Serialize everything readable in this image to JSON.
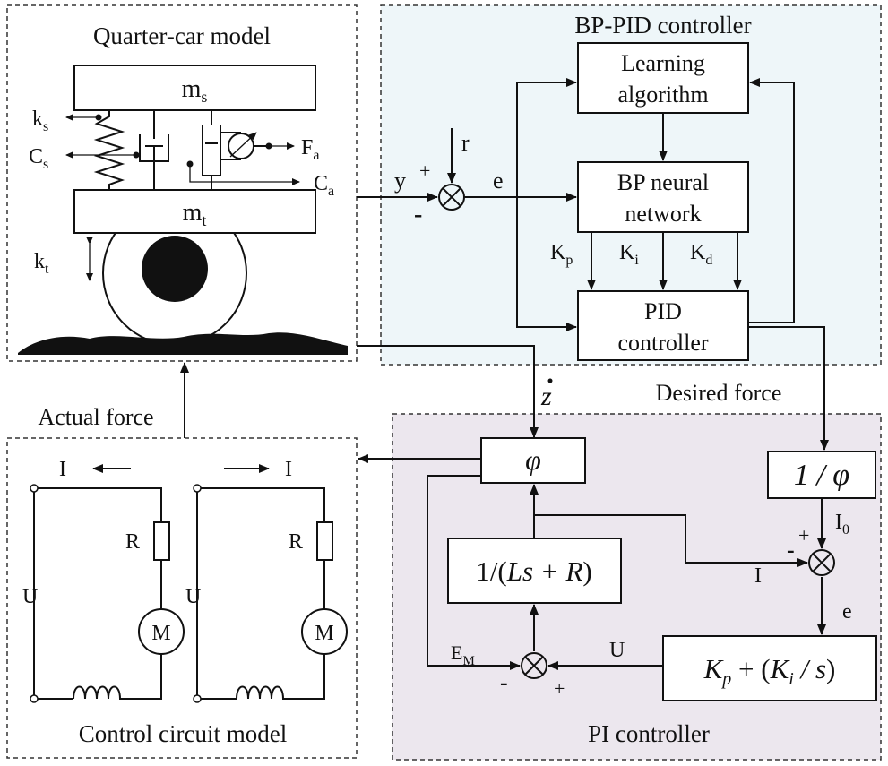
{
  "panels": {
    "quarter_car": {
      "title": "Quarter-car model"
    },
    "bp_pid": {
      "title": "BP-PID controller",
      "fill": "#eef6f9"
    },
    "pi": {
      "title": "PI controller",
      "fill": "#ece7ee"
    },
    "circuit": {
      "title": "Control circuit model"
    }
  },
  "quarter_car": {
    "ms": "m",
    "ms_sub": "s",
    "mt": "m",
    "mt_sub": "t",
    "ks": "k",
    "ks_sub": "s",
    "cs": "C",
    "cs_sub": "s",
    "fa": "F",
    "fa_sub": "a",
    "ca": "C",
    "ca_sub": "a",
    "kt": "k",
    "kt_sub": "t"
  },
  "bp_pid": {
    "learning_line1": "Learning",
    "learning_line2": "algorithm",
    "bpnn_line1": "BP neural",
    "bpnn_line2": "network",
    "pid_line1": "PID",
    "pid_line2": "controller",
    "kp": "K",
    "kp_sub": "p",
    "ki": "K",
    "ki_sub": "i",
    "kd": "K",
    "kd_sub": "d",
    "r": "r",
    "y": "y",
    "e": "e",
    "plus": "+",
    "minus": "-"
  },
  "signals": {
    "z_dot": "z",
    "desired_force": "Desired force",
    "actual_force": "Actual force"
  },
  "pi": {
    "phi": "φ",
    "inv_phi": "1 / φ",
    "lsr_prefix": "1/",
    "lsr_body": "Ls + R",
    "gain_kp": "K",
    "gain_kp_sub": "p",
    "gain_plus": " + ",
    "gain_ki": "K",
    "gain_ki_sub": "i",
    "gain_s": " / s",
    "i": "I",
    "i0": "I",
    "i0_sub": "0",
    "e": "e",
    "u": "U",
    "em": "E",
    "em_sub": "M",
    "plus": "+",
    "minus": "-"
  },
  "circuit": {
    "i": "I",
    "r": "R",
    "u": "U",
    "m": "M"
  }
}
